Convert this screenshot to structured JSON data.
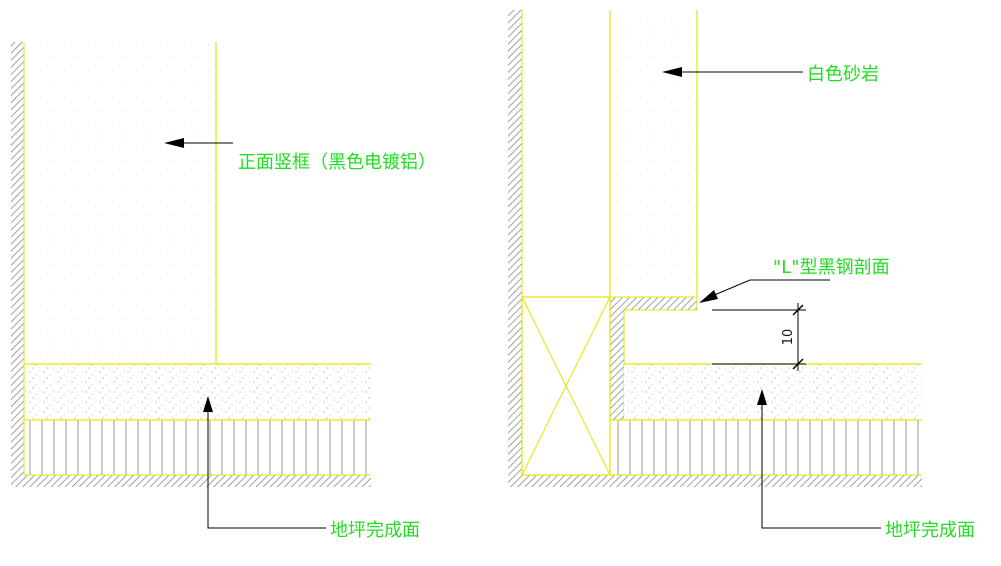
{
  "colors": {
    "background": "#ffffff",
    "yellow_line": "#e6e600",
    "label_green": "#22dd22",
    "leader_black": "#000000",
    "wall_fill": "#d8d8d8"
  },
  "left_detail": {
    "frame_label": "正面竖框（黑色电镀铝）",
    "floor_label": "地坪完成面"
  },
  "right_detail": {
    "stone_label": "白色砂岩",
    "steel_label": "\"L\"型黑钢剖面",
    "floor_label": "地坪完成面",
    "dimension_value": "10"
  }
}
